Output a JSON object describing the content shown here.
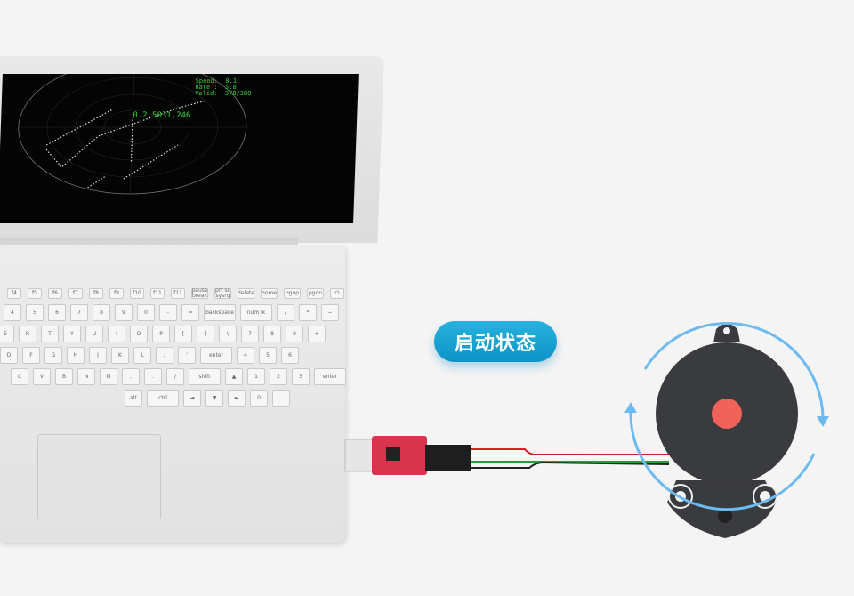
{
  "screen": {
    "status_lines": [
      "Speed:  0.1",
      "Rate :  5.8",
      "Valid:  378/380"
    ],
    "reading": "0.2,5031,246"
  },
  "keyboard": {
    "rows": [
      [
        "f4",
        "f5",
        "f6",
        "f7",
        "f8",
        "f9",
        "f10",
        "f11",
        "f12",
        "pause break",
        "prt sc sysrq",
        "delete",
        "home",
        "pgup",
        "pgdn",
        "⏻"
      ],
      [
        "4",
        "5",
        "6",
        "7",
        "8",
        "9",
        "0",
        "-",
        "=",
        "backspace",
        "num lk",
        "/",
        "*",
        "−"
      ],
      [
        "E",
        "R",
        "T",
        "Y",
        "U",
        "I",
        "O",
        "P",
        "[",
        "]",
        "\\",
        "7",
        "8",
        "9",
        "+"
      ],
      [
        "D",
        "F",
        "G",
        "H",
        "J",
        "K",
        "L",
        ";",
        "'",
        "enter",
        "4",
        "5",
        "6"
      ],
      [
        "C",
        "V",
        "B",
        "N",
        "M",
        ",",
        ".",
        "/",
        "shift",
        "▲",
        "1",
        "2",
        "3",
        "enter"
      ],
      [
        "alt",
        "ctrl",
        "◄",
        "▼",
        "►",
        "0",
        "."
      ]
    ]
  },
  "status_badge": {
    "label": "启动状态",
    "color": "#1aa5d6"
  },
  "colors": {
    "lidar_body": "#3a3b3e",
    "lidar_dot": "#f0625a",
    "rotation_arrow": "#6cbaf0",
    "board": "#d8344e"
  }
}
